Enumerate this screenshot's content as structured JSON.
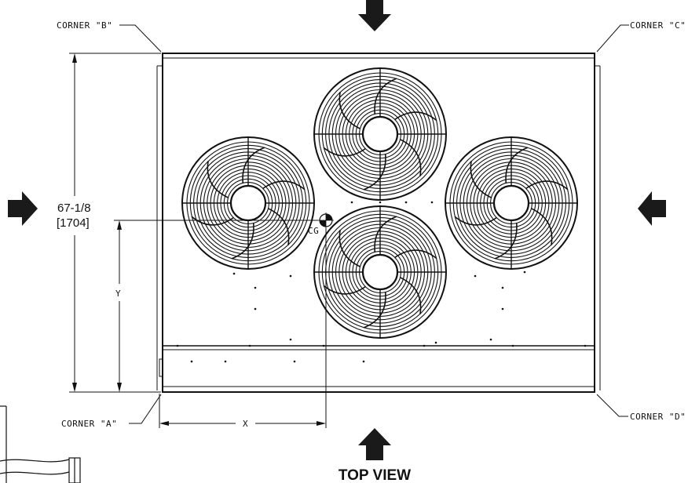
{
  "labels": {
    "corner_a": "CORNER \"A\"",
    "corner_b": "CORNER \"B\"",
    "corner_c": "CORNER \"C\"",
    "corner_d": "CORNER \"D\"",
    "height_dim": "67-1/8",
    "height_dim_metric": "[1704]",
    "cg": "CG",
    "x_dim": "X",
    "y_dim": "Y",
    "view_title": "TOP VIEW"
  },
  "fans": [
    {
      "name": "fan-top"
    },
    {
      "name": "fan-left"
    },
    {
      "name": "fan-right"
    },
    {
      "name": "fan-bottom"
    }
  ],
  "arrows": [
    "top",
    "bottom",
    "left",
    "right"
  ],
  "colors": {
    "line": "#111111",
    "arrow": "#1a1a1a",
    "background": "#ffffff"
  }
}
